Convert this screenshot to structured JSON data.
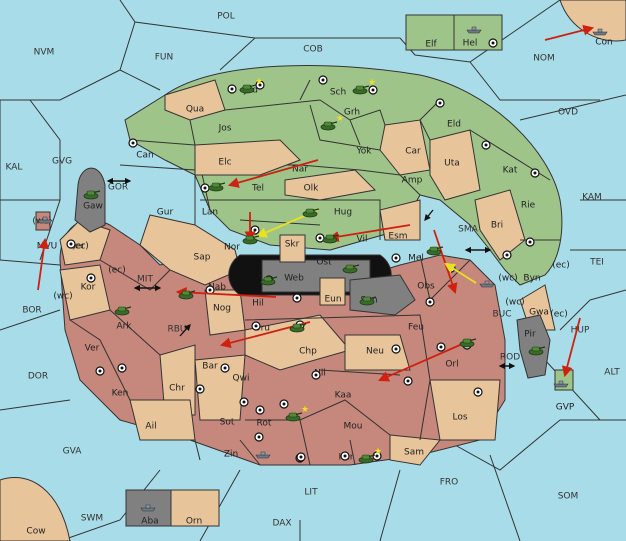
{
  "colors": {
    "sea": "#a8dce8",
    "green": "#9fc48a",
    "tan": "#e8c49a",
    "brown": "#c6877c",
    "gray": "#808080",
    "border": "#333333",
    "order_red": "#d02010",
    "order_yellow": "#e8e020"
  },
  "icons": {
    "army": "tank-icon",
    "fleet": "ship-icon",
    "center": "supply-center-icon",
    "swap": "double-arrow-icon",
    "star": "star-icon"
  },
  "seas": {
    "pol": "POL",
    "nvm": "NVM",
    "fun": "FUN",
    "cob": "COB",
    "nom": "NOM",
    "ovd": "OVD",
    "kal": "KAL",
    "gvg": "GVG",
    "kam": "KAM",
    "tei": "TEI",
    "bor": "BOR",
    "dor": "DOR",
    "alt": "ALT",
    "gva": "GVA",
    "som": "SOM",
    "fro": "FRO",
    "lit": "LIT",
    "swm": "SWM",
    "dax": "DAX",
    "gor": "GOR",
    "mit": "MIT",
    "rbu": "RBU",
    "sma": "SMA",
    "buc": "BUC",
    "rod": "ROD",
    "hup": "HUP"
  },
  "provinces": {
    "elf": "Elf",
    "hel": "Hel",
    "con": "Con",
    "cow": "Cow",
    "aba": "Aba",
    "orn": "Orn",
    "gvp": "GVP",
    "mvu": "MVU",
    "gaw": "Gaw",
    "pir": "Pir",
    "jad": "Jad",
    "sch": "Sch",
    "qua": "Qua",
    "jos": "Jos",
    "grh": "Grh",
    "eld": "Eld",
    "can": "Can",
    "elc": "Elc",
    "nar": "Nar",
    "yok": "Yok",
    "car": "Car",
    "uta": "Uta",
    "tel": "Tel",
    "olk": "Olk",
    "kat": "Kat",
    "amp": "Amp",
    "gur": "Gur",
    "lan": "Lan",
    "hug": "Hug",
    "rie": "Rie",
    "bri": "Bri",
    "nor": "Nor",
    "vil": "Vil",
    "esm": "Esm",
    "sap": "Sap",
    "skr": "Skr",
    "ost": "Ost",
    "web": "Web",
    "eun": "Eun",
    "mel": "Mel",
    "byn": "Byn",
    "her": "Her",
    "kor": "Kor",
    "nab": "Nab",
    "hil": "Hil",
    "obs": "Obs",
    "sun": "Sun",
    "gwa": "Gwa",
    "nog": "Nog",
    "ark": "Ark",
    "uru": "Uru",
    "feu": "Feu",
    "ver": "Ver",
    "chp": "Chp",
    "bar": "Bar",
    "qwi": "Qwi",
    "neu": "Neu",
    "nil": "Nil",
    "orl": "Orl",
    "ken": "Ken",
    "chr": "Chr",
    "kaa": "Kaa",
    "sot": "Sot",
    "ail": "Ail",
    "rot": "Rot",
    "mou": "Mou",
    "los": "Los",
    "zin": "Zin",
    "kar": "Kar",
    "sam": "Sam"
  },
  "coasts": {
    "wc": "(wc)",
    "ec": "(ec)"
  }
}
